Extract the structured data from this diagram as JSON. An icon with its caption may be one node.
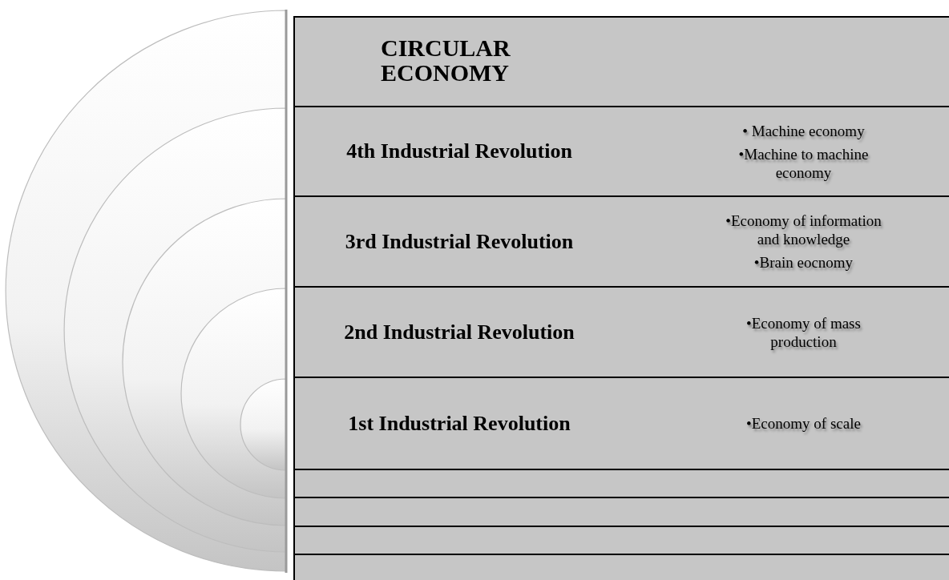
{
  "diagram": {
    "nodes": [
      {
        "text": [
          "CIRCULAR ECONOMY"
        ]
      },
      {
        "text": [
          "4th Industrial Revolution",
          "• Machine economy",
          "•Machine to machine economy"
        ]
      },
      {
        "text": [
          "3rd Industrial Revolution",
          "•Economy of information and knowledge",
          "•Brain eocnomy"
        ]
      },
      {
        "text": [
          "2nd Industrial Revolution",
          "•Economy of mass production"
        ]
      },
      {
        "text": [
          "1st Industrial Revolution",
          "•Economy of scale"
        ]
      },
      {
        "text": [],
        "shape": "bar"
      },
      {
        "text": [],
        "shape": "bar"
      },
      {
        "text": [],
        "shape": "bar"
      },
      {
        "text": [],
        "shape": "bar"
      }
    ]
  }
}
